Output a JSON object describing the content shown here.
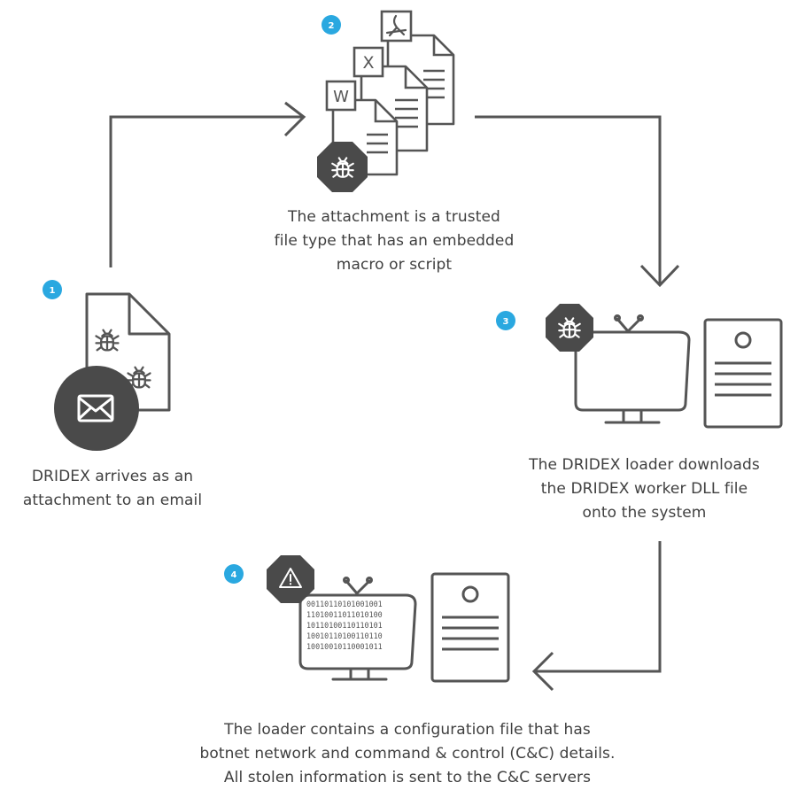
{
  "steps": [
    {
      "number": "1",
      "caption": [
        "DRIDEX arrives as an",
        "attachment to an email"
      ]
    },
    {
      "number": "2",
      "caption": [
        "The attachment is a trusted",
        "file type that has an embedded",
        "macro or script"
      ]
    },
    {
      "number": "3",
      "caption": [
        "The DRIDEX loader downloads",
        "the DRIDEX worker DLL file",
        "onto the system"
      ]
    },
    {
      "number": "4",
      "caption": [
        "The loader contains a configuration file that has",
        "botnet network and command & control (C&C) details.",
        "All stolen information is sent to the C&C servers"
      ]
    }
  ],
  "document_letters": {
    "word": "W",
    "excel": "X"
  },
  "binary_lines": [
    "00110110101001001",
    "11010011011010100",
    "10110100110110101",
    "10010110100110110",
    "10010010110001011"
  ],
  "colors": {
    "accent": "#2aa8e0",
    "line": "#555555",
    "dark": "#4a4a4a",
    "text": "#3f3f3f"
  }
}
